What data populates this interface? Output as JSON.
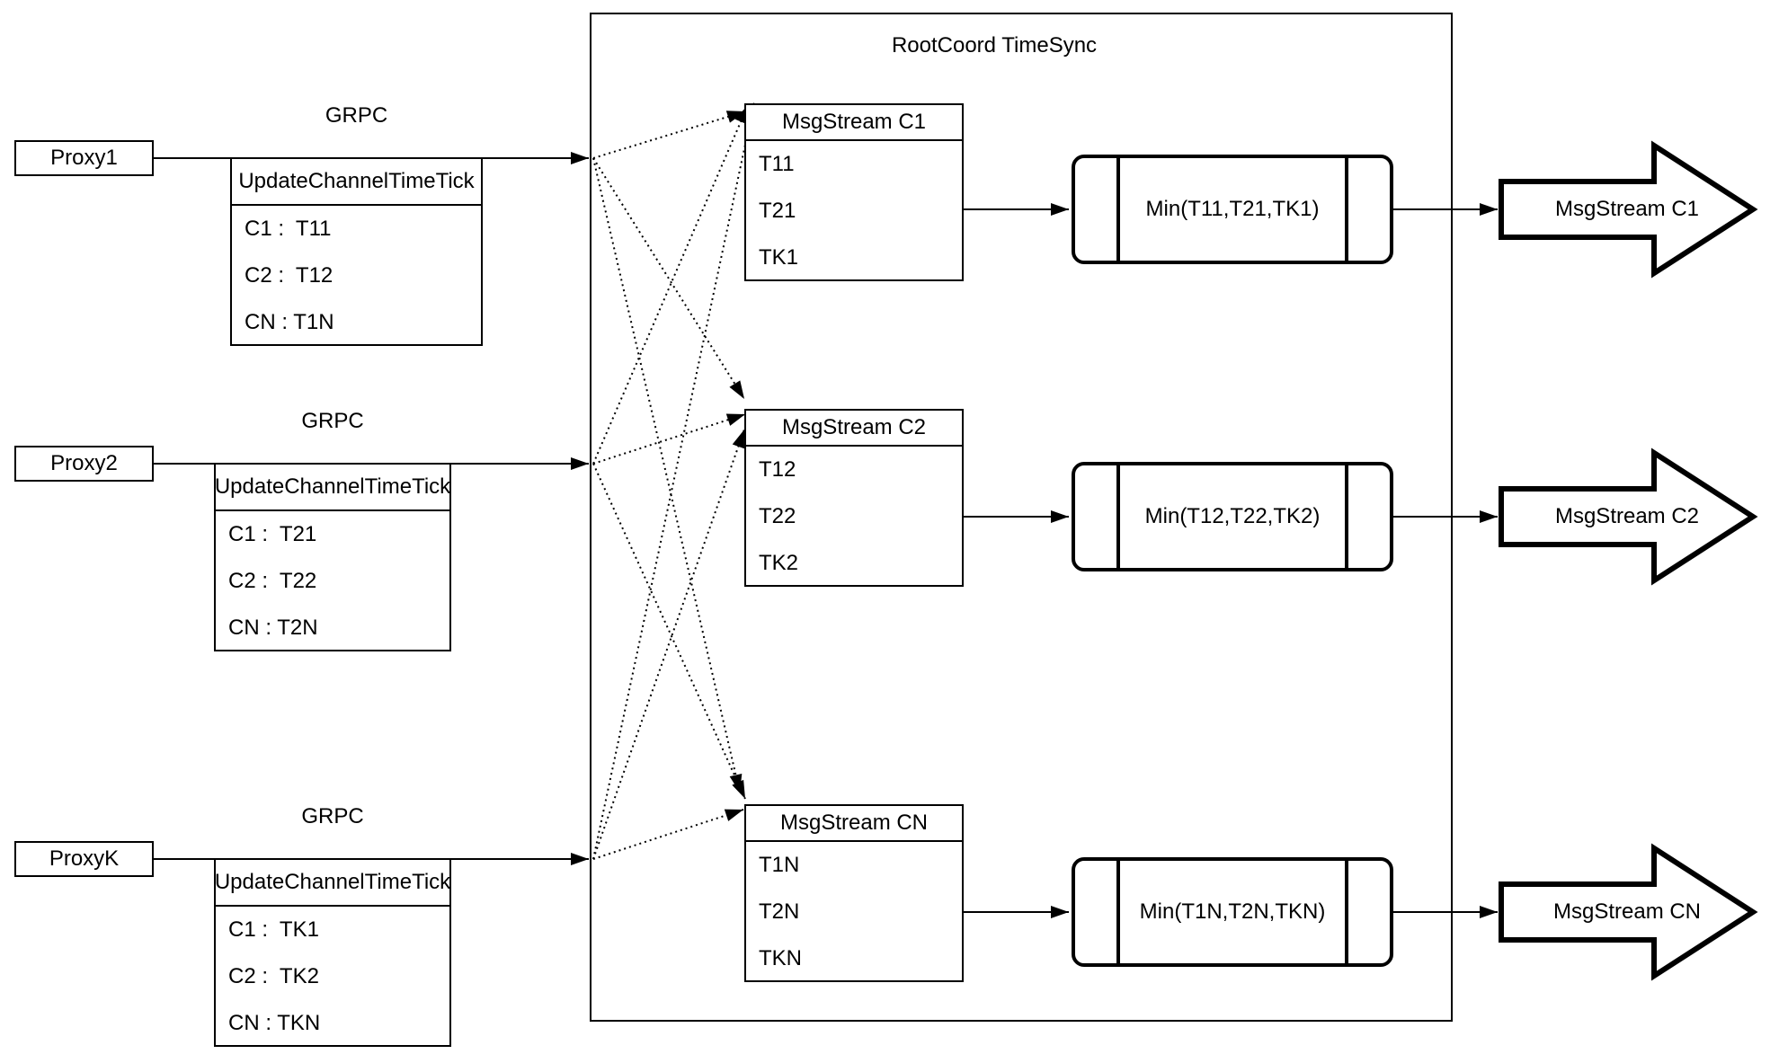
{
  "rootcoord": {
    "title": "RootCoord TimeSync"
  },
  "rows": [
    {
      "proxy_label": "Proxy1",
      "grpc_label": "GRPC",
      "update_table": {
        "header": "UpdateChannelTimeTick",
        "entries": [
          "C1 :  T11",
          "C2 :  T12",
          "CN : T1N"
        ]
      },
      "stream_table": {
        "header": "MsgStream C1",
        "entries": [
          "T11",
          "T21",
          "TK1"
        ]
      },
      "min_label": "Min(T11,T21,TK1)",
      "output_label": "MsgStream C1"
    },
    {
      "proxy_label": "Proxy2",
      "grpc_label": "GRPC",
      "update_table": {
        "header": "UpdateChannelTimeTick",
        "entries": [
          "C1 :  T21",
          "C2 :  T22",
          "CN : T2N"
        ]
      },
      "stream_table": {
        "header": "MsgStream C2",
        "entries": [
          "T12",
          "T22",
          "TK2"
        ]
      },
      "min_label": "Min(T12,T22,TK2)",
      "output_label": "MsgStream C2"
    },
    {
      "proxy_label": "ProxyK",
      "grpc_label": "GRPC",
      "update_table": {
        "header": "UpdateChannelTimeTick",
        "entries": [
          "C1 :  TK1",
          "C2 :  TK2",
          "CN : TKN"
        ]
      },
      "stream_table": {
        "header": "MsgStream CN",
        "entries": [
          "T1N",
          "T2N",
          "TKN"
        ]
      },
      "min_label": "Min(T1N,T2N,TKN)",
      "output_label": "MsgStream CN"
    }
  ]
}
